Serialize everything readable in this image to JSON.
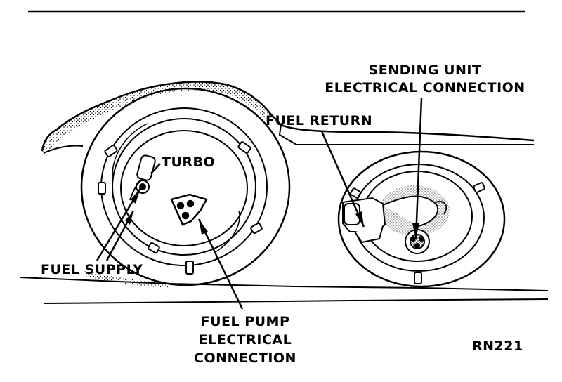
{
  "labels": {
    "turbo": "TURBO",
    "fuel_supply": "FUEL SUPPLY",
    "fuel_return": "FUEL RETURN",
    "sending_unit_line1": "SENDING UNIT",
    "sending_unit_line2": "ELECTRICAL CONNECTION",
    "fuel_pump_line1": "FUEL PUMP",
    "fuel_pump_line2": "ELECTRICAL",
    "fuel_pump_line3": "CONNECTION",
    "figure_code": "RN221"
  },
  "colors": {
    "ink": "#000000",
    "paper": "#ffffff"
  }
}
